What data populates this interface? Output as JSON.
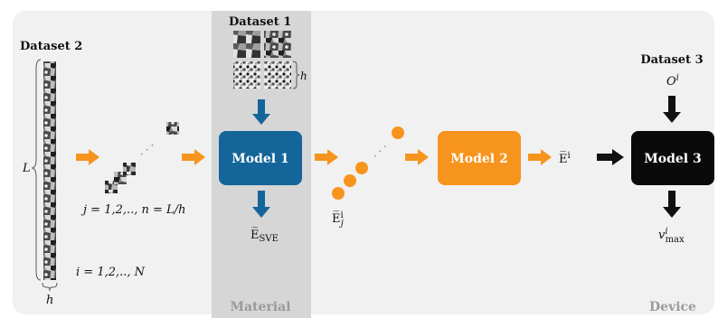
{
  "colors": {
    "panel_bg": "#f1f1f1",
    "material_band": "#d6d6d6",
    "model1": "#14659a",
    "model2": "#f7941d",
    "model3": "#0a0a0a",
    "arrow_orange": "#f7941d",
    "arrow_blue": "#14659a",
    "arrow_black": "#111111",
    "region_label": "#9a9a9a"
  },
  "datasets": {
    "dataset1": "Dataset 1",
    "dataset2": "Dataset 2",
    "dataset3": "Dataset 3"
  },
  "models": {
    "model1": "Model 1",
    "model2": "Model 2",
    "model3": "Model 3"
  },
  "labels": {
    "L": "L",
    "h_left": "h",
    "h_dataset1": "h",
    "j_index": "j = 1,2,.., n = L/h",
    "i_index": "i = 1,2,.., N",
    "e_sve_main": "E̅",
    "e_sve_sub": "SVE",
    "e_ij_main": "E̅",
    "e_ij_sup": "i",
    "e_ij_sub": "j",
    "e_i_main": "E̅",
    "e_i_sup": "i",
    "o_main": "O",
    "o_sup": "i",
    "v_main": "v",
    "v_sup": "i",
    "v_sub": "max",
    "dots": "· · ·"
  },
  "regions": {
    "material": "Material",
    "device": "Device"
  }
}
